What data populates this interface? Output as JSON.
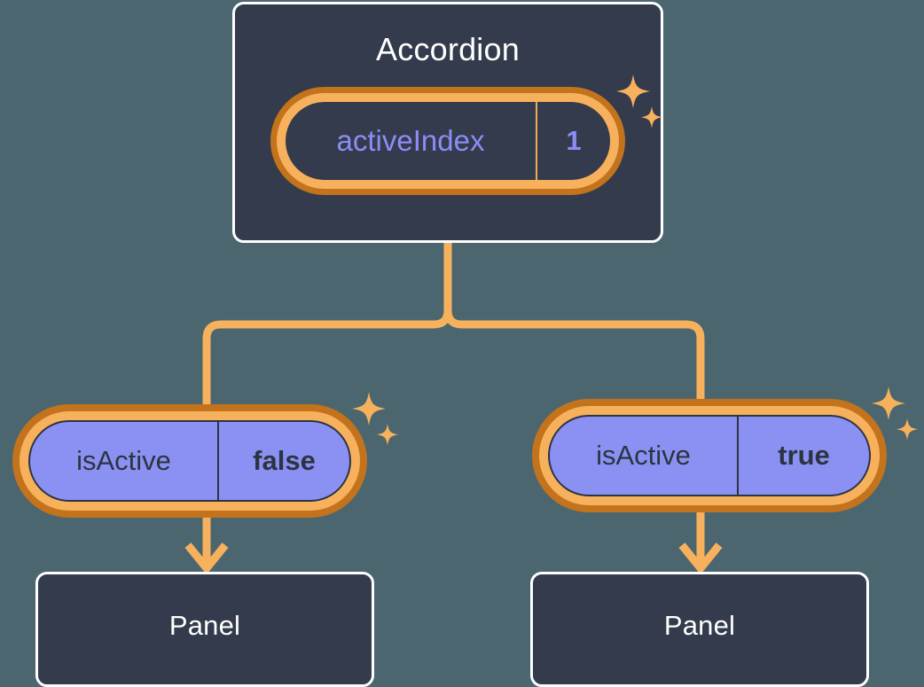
{
  "background_color": "#4c6670",
  "palette": {
    "box_fill": "#343b4c",
    "box_border": "#ffffff",
    "pill_ring_outer": "#c2731b",
    "pill_ring_inner": "#f7b15d",
    "pill_light_fill": "#8b91f2",
    "accent_text": "#8b8df5",
    "dark_text": "#2c3442",
    "connector": "#f7b15d"
  },
  "diagram": {
    "type": "component-state-tree",
    "root": {
      "name": "accordion-component",
      "title": "Accordion",
      "state_pill": {
        "key": "activeIndex",
        "value": "1",
        "highlighted": true,
        "sparkles": true
      }
    },
    "children": [
      {
        "name": "panel-branch-left",
        "state_pill": {
          "key": "isActive",
          "value": "false",
          "highlighted": true,
          "sparkles": true
        },
        "component": {
          "name": "panel-component-left",
          "title": "Panel"
        }
      },
      {
        "name": "panel-branch-right",
        "state_pill": {
          "key": "isActive",
          "value": "true",
          "highlighted": true,
          "sparkles": true
        },
        "component": {
          "name": "panel-component-right",
          "title": "Panel"
        }
      }
    ],
    "connectors": [
      {
        "name": "root-to-split",
        "style": "elbow",
        "color": "#f7b15d"
      },
      {
        "name": "split-to-left-pill",
        "style": "elbow",
        "color": "#f7b15d"
      },
      {
        "name": "split-to-right-pill",
        "style": "elbow",
        "color": "#f7b15d"
      },
      {
        "name": "left-pill-to-panel",
        "style": "arrow",
        "color": "#f7b15d"
      },
      {
        "name": "right-pill-to-panel",
        "style": "arrow",
        "color": "#f7b15d"
      }
    ]
  }
}
